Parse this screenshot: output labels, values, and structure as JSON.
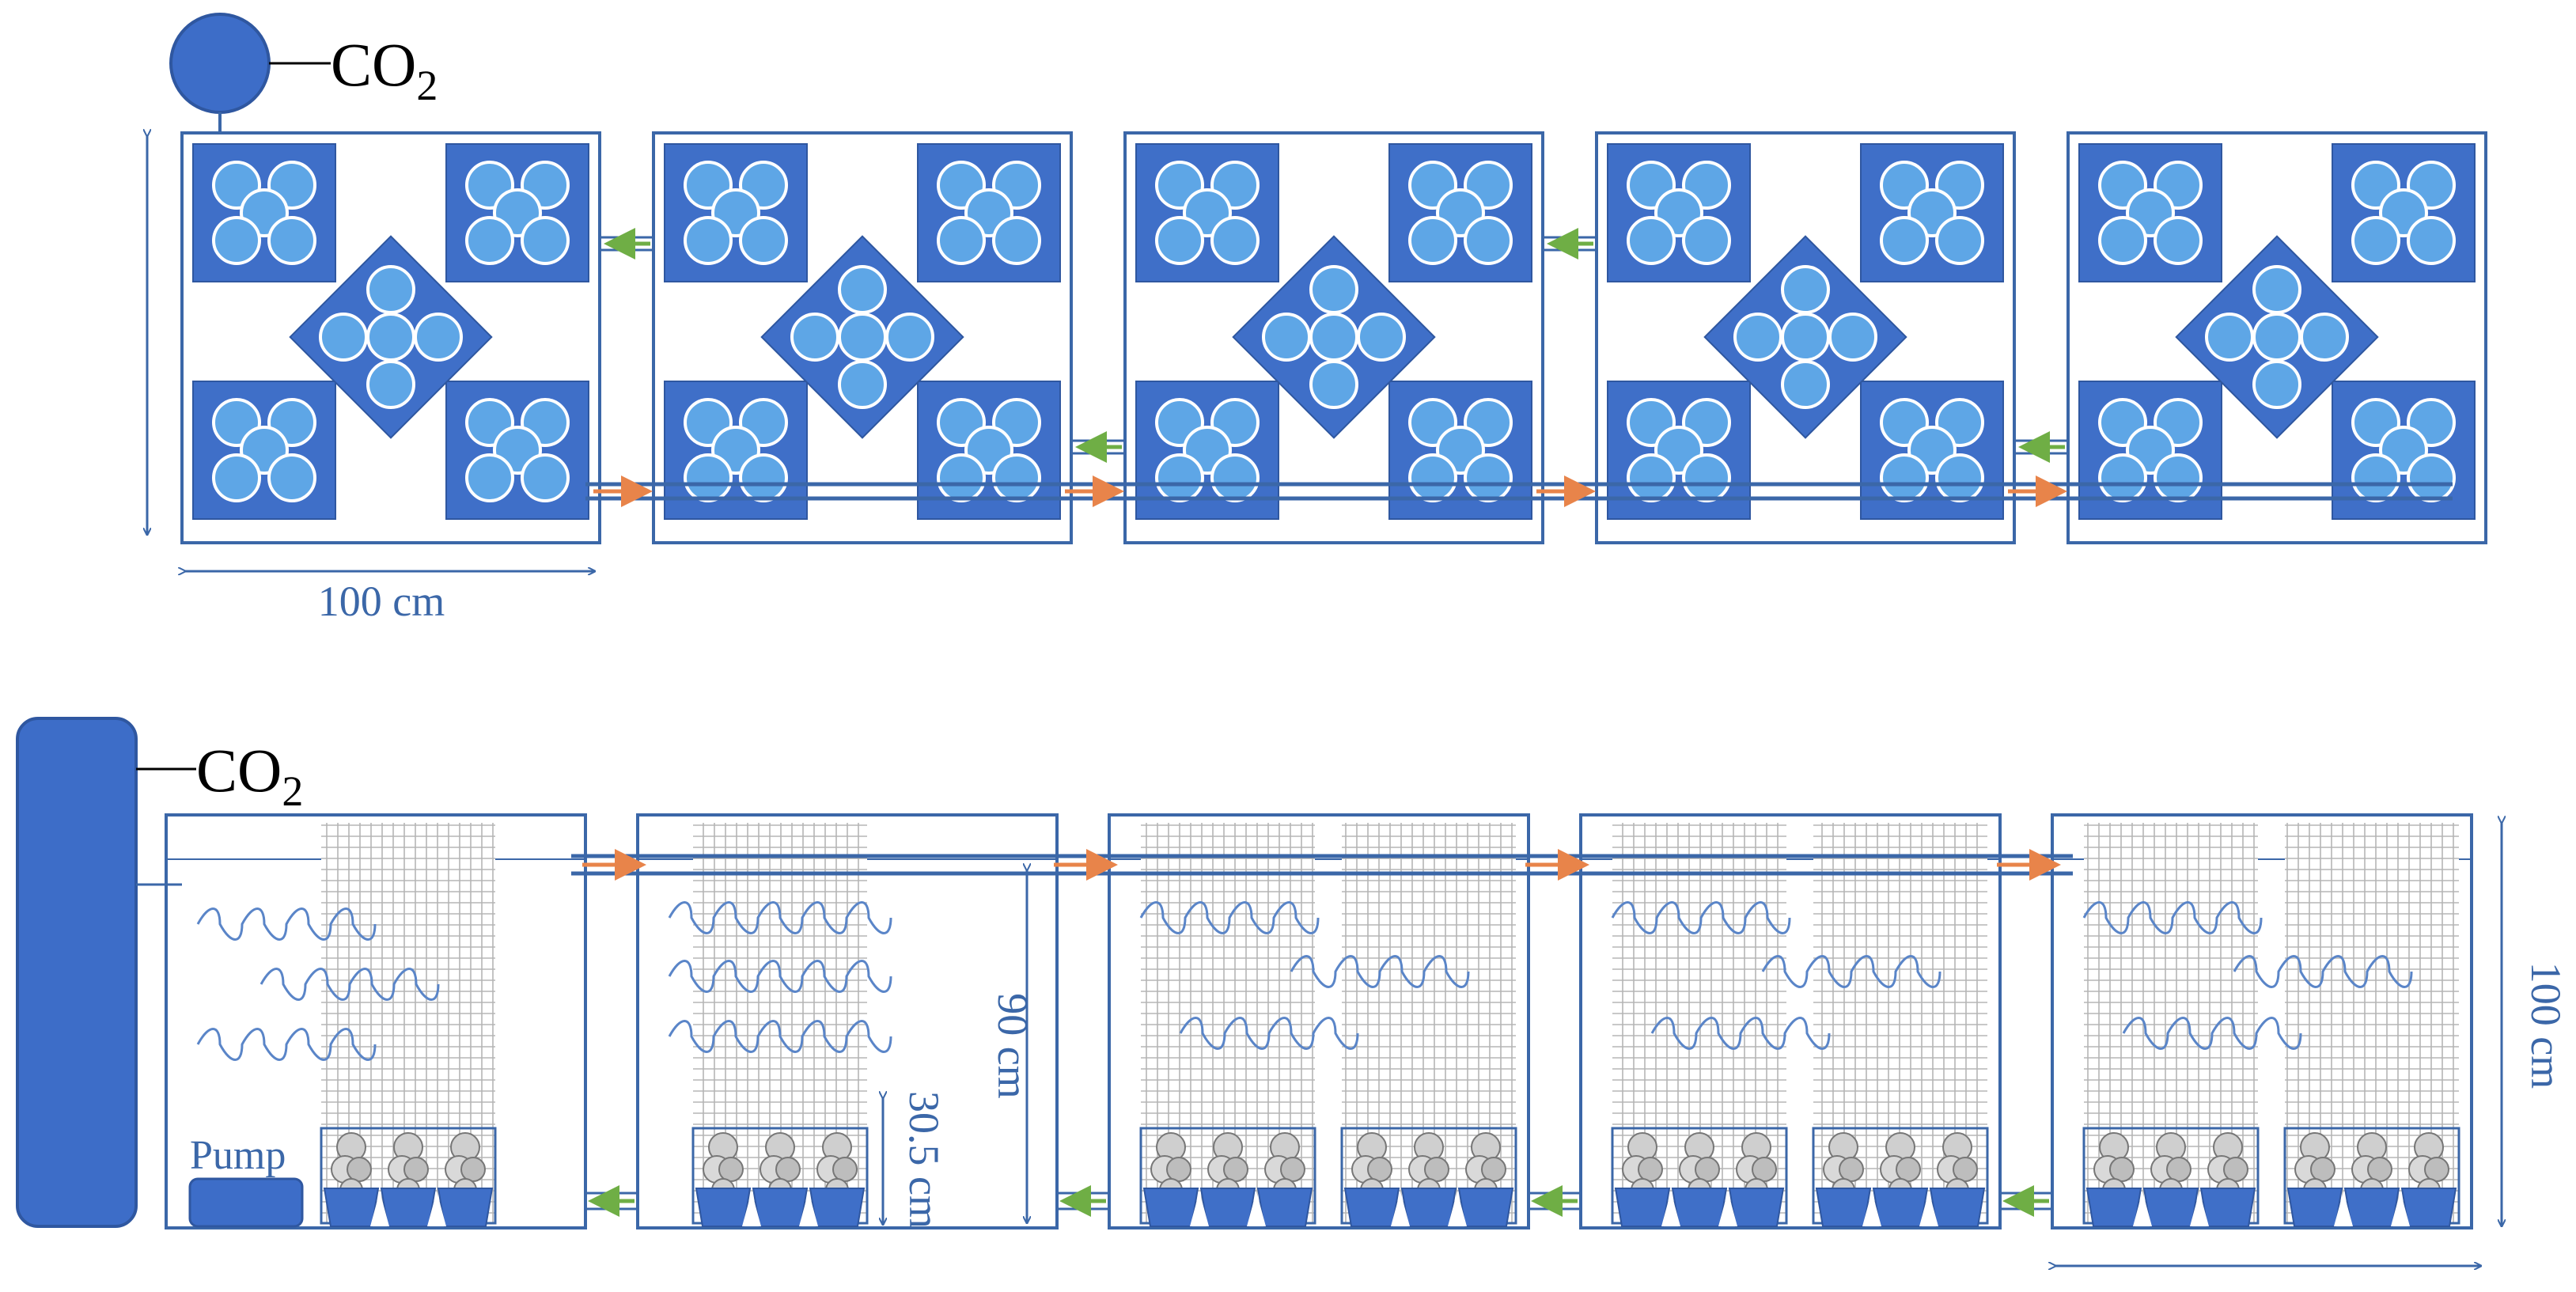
{
  "labels": {
    "co2_top_main": "CO",
    "co2_top_sub": "2",
    "co2_bottom_main": "CO",
    "co2_bottom_sub": "2",
    "dim_width_top": "100 cm",
    "dim_height_right": "100 cm",
    "dim_water": "90 cm",
    "dim_basket": "30.5 cm",
    "pump": "Pump"
  },
  "colors": {
    "outline": "#3b67a8",
    "square_fill": "#3f6fc8",
    "circle_fill": "#5ea6e6",
    "circle_stroke": "#ffffff",
    "tank": "#3d6dc8",
    "arrow_orange": "#e8844a",
    "arrow_green": "#6fae45",
    "wave": "#5a85c8",
    "mesh": "#a8a8a8",
    "cup": "#3f6fc8"
  },
  "diagram": {
    "top_view_units": 5,
    "side_view_units": 5,
    "side_units_with_two_baskets": [
      3,
      4,
      5
    ],
    "plants_per_basket": 3
  }
}
